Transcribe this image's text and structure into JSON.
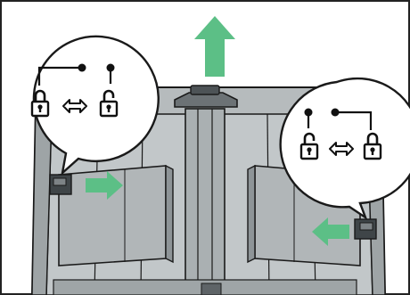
{
  "figure": {
    "kind": "instructional-illustration",
    "subject": "paper-tray-guide-unlock",
    "colors": {
      "tray_fill": "#b8bdbf",
      "tray_dark": "#8d9396",
      "outline": "#1a1a1a",
      "arrow_green": "#5cbf86",
      "callout_fill": "#ffffff"
    },
    "arrows": [
      {
        "name": "pull-out-arrow",
        "direction": "up"
      },
      {
        "name": "left-guide-arrow",
        "direction": "right"
      },
      {
        "name": "right-guide-arrow",
        "direction": "left"
      }
    ],
    "callouts": [
      {
        "name": "left-lock-callout",
        "icons": [
          "locked-padlock",
          "bidirectional-arrow",
          "unlocked-padlock"
        ]
      },
      {
        "name": "right-lock-callout",
        "icons": [
          "unlocked-padlock",
          "bidirectional-arrow",
          "locked-padlock"
        ]
      }
    ]
  }
}
